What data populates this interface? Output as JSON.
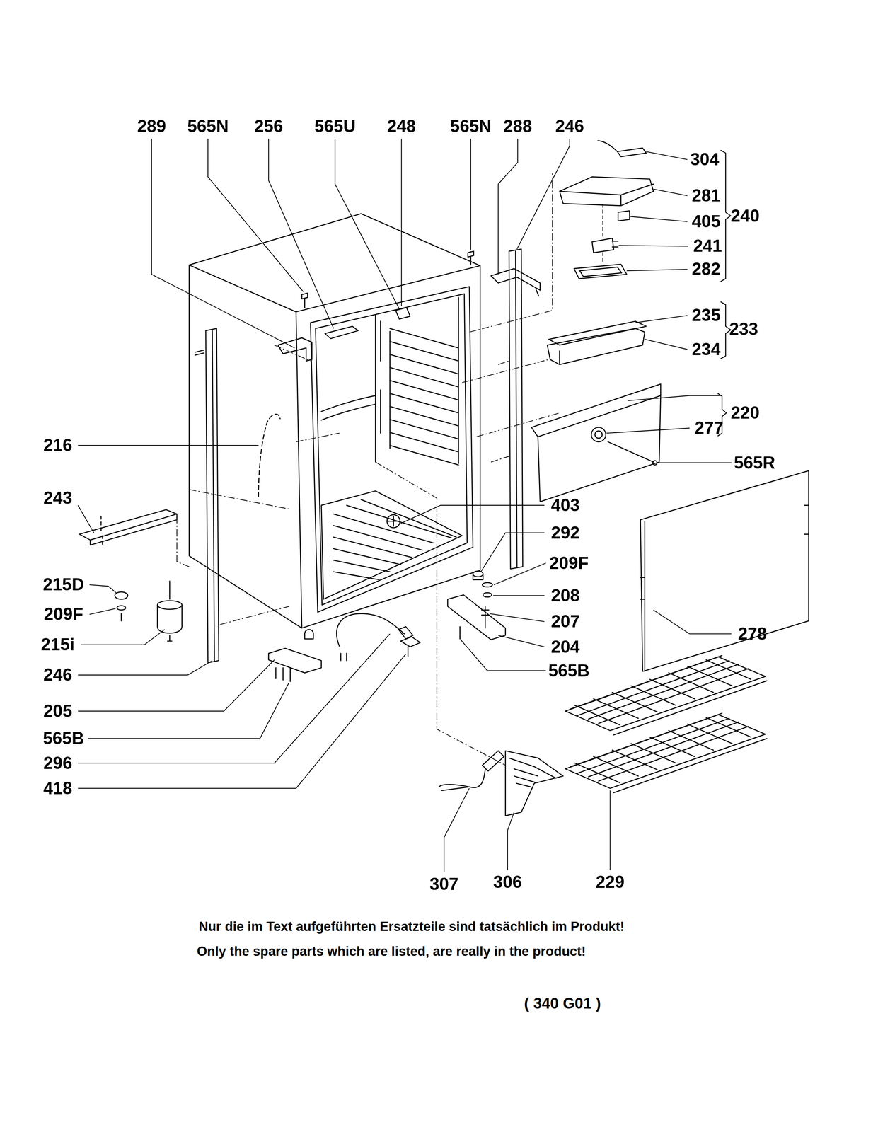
{
  "diagram": {
    "labels": [
      "289",
      "565N",
      "256",
      "565U",
      "248",
      "565N",
      "288",
      "246",
      "304",
      "281",
      "405",
      "240",
      "241",
      "282",
      "235",
      "233",
      "234",
      "220",
      "277",
      "565R",
      "216",
      "243",
      "403",
      "292",
      "209F",
      "215D",
      "208",
      "209F",
      "207",
      "278",
      "215i",
      "204",
      "565B",
      "246",
      "205",
      "565B",
      "296",
      "418",
      "229",
      "307",
      "306",
      "Nur die im Text aufgeführten Ersatzteile sind tatsächlich im Produkt!",
      "Only the spare parts which are listed, are really in the product!",
      "( 340 G01 )"
    ]
  }
}
